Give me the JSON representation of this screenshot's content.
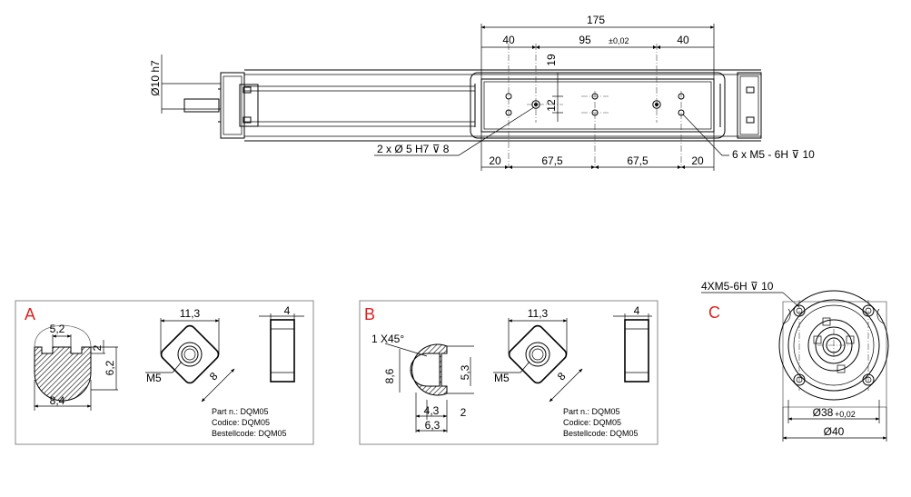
{
  "main_view": {
    "dim_total": "175",
    "dim_left_40": "40",
    "dim_95": "95",
    "dim_95_tol": "±0,02",
    "dim_right_40": "40",
    "dim_19": "19",
    "dim_12": "12",
    "dim_shaft": "Ø10 h7",
    "dim_20_left": "20",
    "dim_67_5_left": "67,5",
    "dim_67_5_right": "67,5",
    "dim_20_right": "20",
    "callout_pins": "2 x Ø 5 H7 ⊽ 8",
    "callout_threads": "6 x M5 - 6H ⊽ 10"
  },
  "detail_a": {
    "letter": "A",
    "dim_5_2": "5,2",
    "dim_2": "2",
    "dim_6_2": "6,2",
    "dim_8_4": "8,4",
    "dim_11_3": "11,3",
    "thread": "M5",
    "dim_8": "8",
    "dim_4": "4",
    "part_n": "Part n.: DQM05",
    "codice": "Codice: DQM05",
    "bestellcode": "Bestellcode: DQM05"
  },
  "detail_b": {
    "letter": "B",
    "chamfer": "1  X45°",
    "dim_8_6": "8,6",
    "dim_5_3": "5,3",
    "dim_4_3": "4,3",
    "dim_2": "2",
    "dim_6_3": "6,3",
    "dim_11_3": "11,3",
    "thread": "M5",
    "dim_8": "8",
    "dim_4": "4",
    "part_n": "Part n.: DQM05",
    "codice": "Codice: DQM05",
    "bestellcode": "Bestellcode: DQM05"
  },
  "detail_c": {
    "letter": "C",
    "callout": "4XM5-6H ⊽ 10",
    "dim_38": "Ø38",
    "dim_38_tol": "+0,02",
    "dim_40": "Ø40"
  },
  "colors": {
    "letters": "#e02020",
    "lines": "#000000",
    "frames": "#888888"
  }
}
